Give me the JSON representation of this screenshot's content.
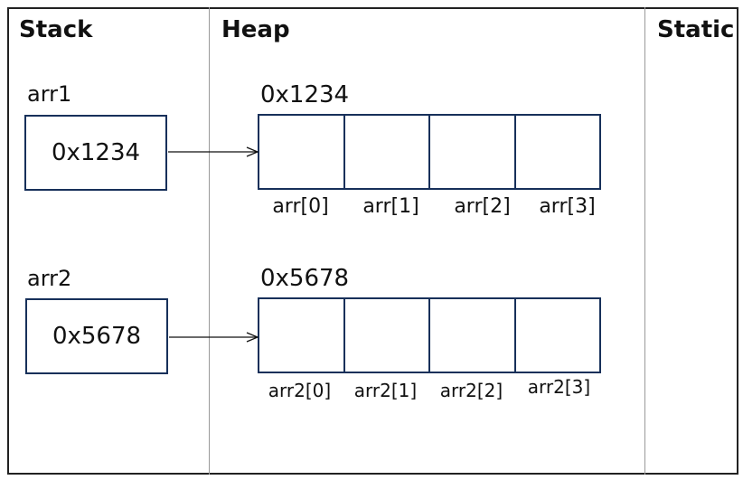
{
  "sections": {
    "stack": "Stack",
    "heap": "Heap",
    "static": "Static"
  },
  "variables": [
    {
      "name": "arr1",
      "value": "0x1234",
      "heap_address": "0x1234",
      "elements": [
        "arr[0]",
        "arr[1]",
        "arr[2]",
        "arr[3]"
      ]
    },
    {
      "name": "arr2",
      "value": "0x5678",
      "heap_address": "0x5678",
      "elements": [
        "arr2[0]",
        "arr2[1]",
        "arr2[2]",
        "arr2[3]"
      ]
    }
  ]
}
